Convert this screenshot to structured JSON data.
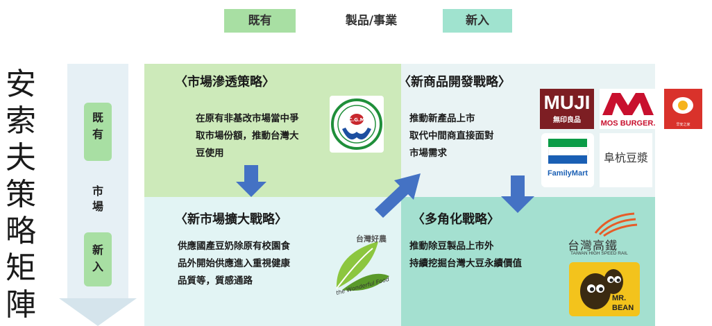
{
  "header": {
    "existing_label": "既有",
    "center_label": "製品/事業",
    "new_label": "新入"
  },
  "title_vertical": [
    "安",
    "索",
    "夫",
    "策",
    "略",
    "矩",
    "陣"
  ],
  "market_axis": {
    "existing": [
      "既",
      "有"
    ],
    "label": [
      "市",
      "場"
    ],
    "new": [
      "新",
      "入"
    ]
  },
  "quadrants": {
    "penetration": {
      "title": "〈市場滲透策略〉",
      "lines": [
        "在原有非基改市場當中爭",
        "取市場份額，推動台灣大",
        "豆使用"
      ]
    },
    "product_dev": {
      "title": "〈新商品開發戰略〉",
      "lines": [
        "推動新產品上市",
        "取代中間商直接面對",
        "市場需求"
      ]
    },
    "market_dev": {
      "title": "〈新市場擴大戰略〉",
      "lines": [
        "供應國產豆奶除原有校園食",
        "品外開始供應進入重視健康",
        "品質等，質感通路"
      ]
    },
    "diversification": {
      "title": "〈多角化戰略〉",
      "lines": [
        "推動除豆製品上市外",
        "持續挖掘台灣大豆永續價值"
      ]
    }
  },
  "logos": {
    "cgm_text": "C.G.M",
    "taiwan_good_farm": "台灣好農",
    "taiwan_good_farm_sub": "the Wonderful Food",
    "muji_top": "MUJI",
    "muji_bottom": "無印良品",
    "mos": "MOS BURGER.",
    "egg_brand": "早安之家",
    "familymart": "FamilyMart",
    "soymilk_brand": "阜杭豆漿",
    "hsr_cn": "台灣高鐵",
    "hsr_en": "TAIWAN HIGH SPEED RAIL",
    "mrbean_1": "MR.",
    "mrbean_2": "BEAN"
  },
  "colors": {
    "existing_pill": "#a8dfa3",
    "new_pill": "#a0e3cf",
    "quad_penetration": "#cdeaba",
    "quad_product": "#e9f3f4",
    "quad_market": "#e2f4f4",
    "quad_diversify": "#a4e0d0",
    "arrow_blue": "#4472c4"
  }
}
